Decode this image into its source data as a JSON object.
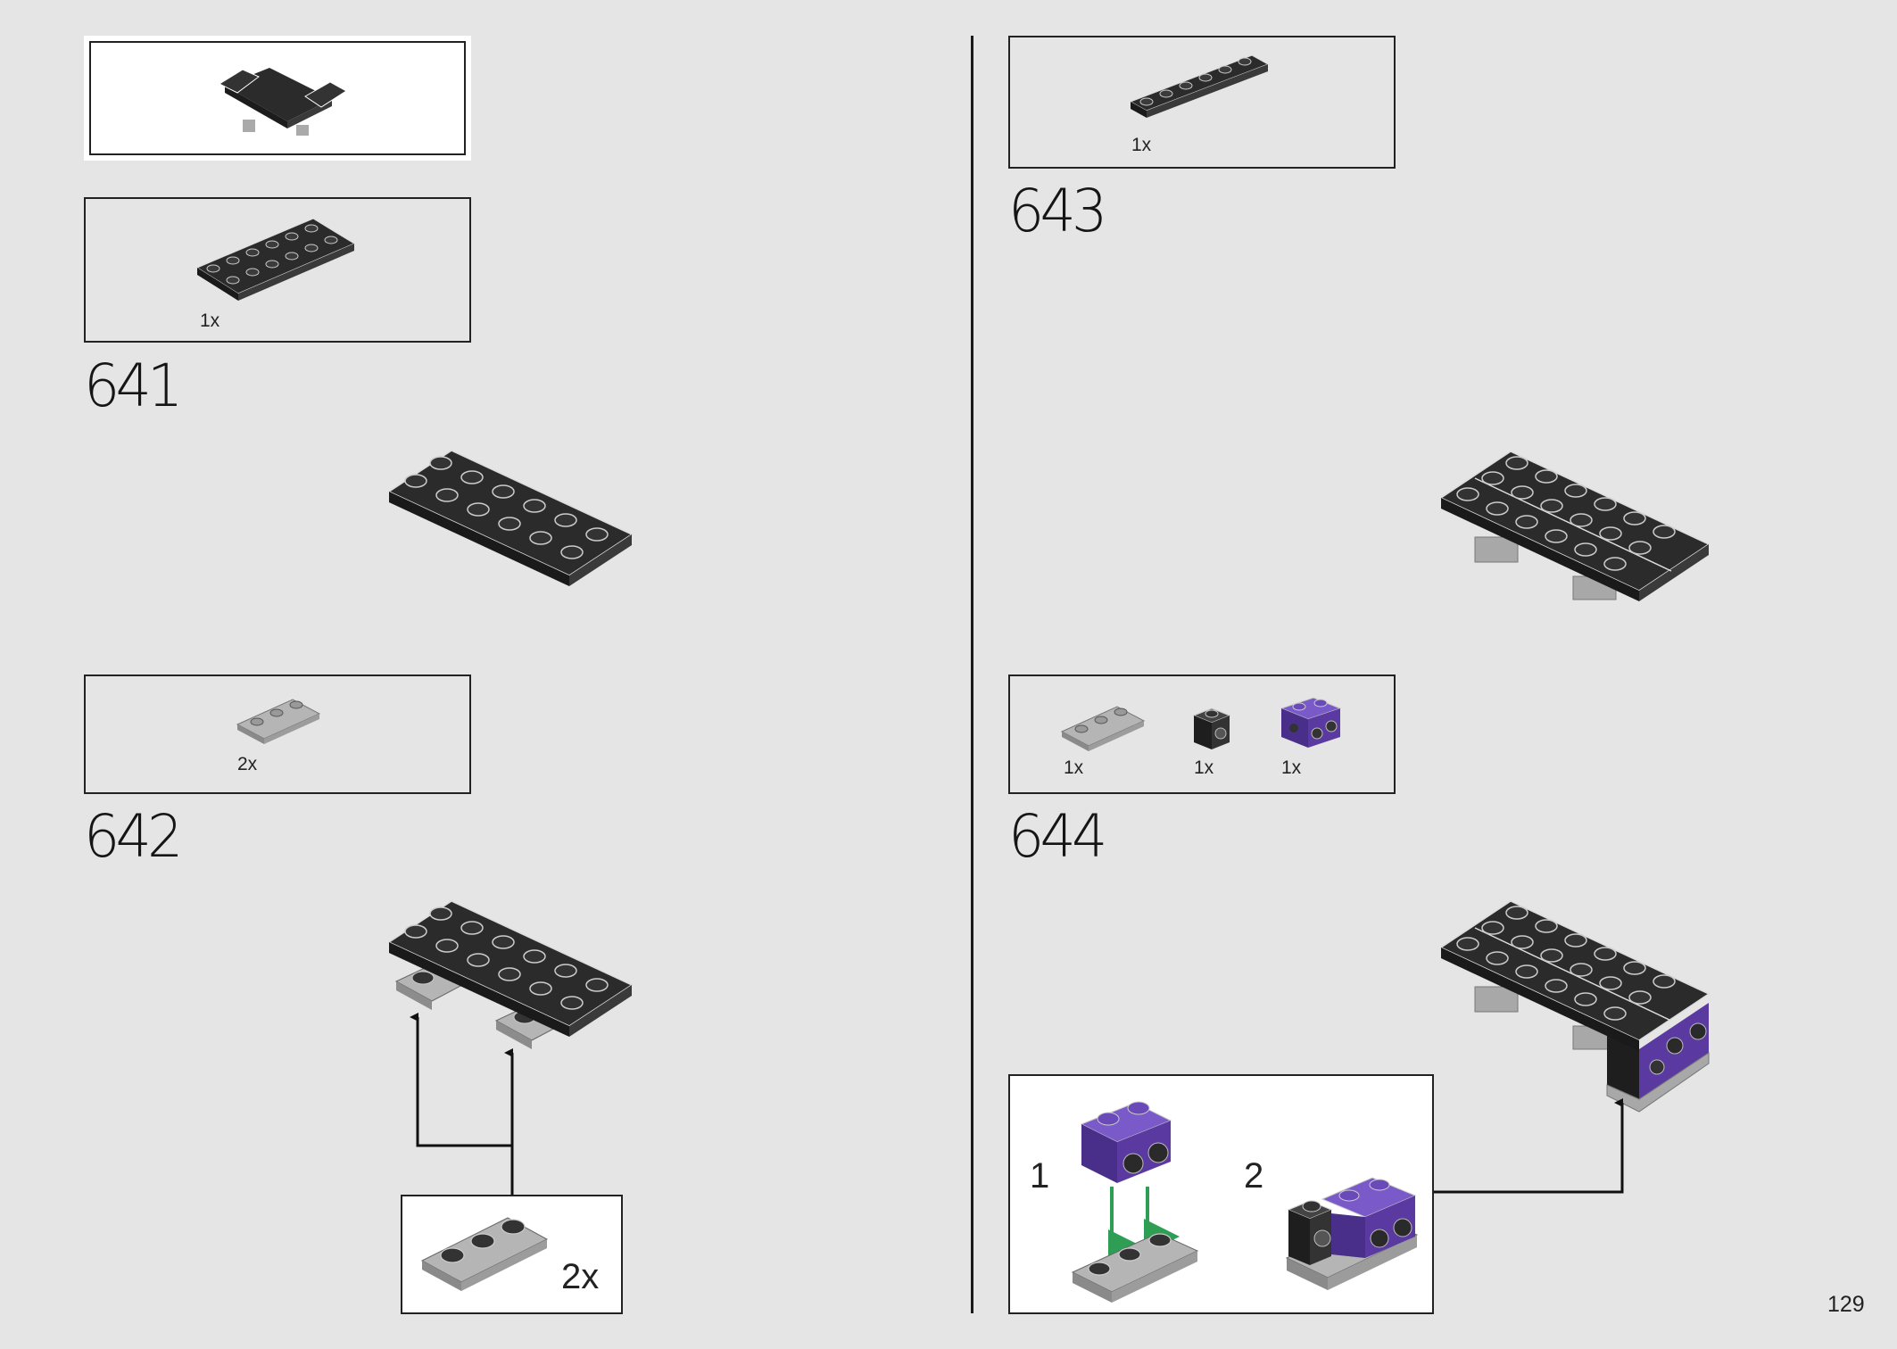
{
  "page_number": "129",
  "colors": {
    "background": "#e5e5e5",
    "brick_black": "#2b2b2b",
    "brick_gray": "#a8a8a8",
    "brick_purple": "#5a3aa0",
    "arrow_green": "#2e9e55"
  },
  "left_page": {
    "submodel_preview_icon": "car-submodel-preview-icon",
    "step_641": {
      "number": "641",
      "parts": [
        {
          "qty": "1x",
          "icon": "black-plate-2x6-icon"
        }
      ]
    },
    "step_642": {
      "number": "642",
      "parts": [
        {
          "qty": "2x",
          "icon": "gray-plate-1x3-icon"
        }
      ],
      "callout_qty": "2x"
    }
  },
  "right_page": {
    "step_643": {
      "number": "643",
      "parts": [
        {
          "qty": "1x",
          "icon": "black-plate-1x6-icon"
        }
      ]
    },
    "step_644": {
      "number": "644",
      "parts": [
        {
          "qty": "1x",
          "icon": "gray-plate-1x3-icon"
        },
        {
          "qty": "1x",
          "icon": "black-brick-1x1-stud-side-icon"
        },
        {
          "qty": "1x",
          "icon": "purple-brick-1x2-studs-side-icon"
        }
      ],
      "substeps": [
        "1",
        "2"
      ]
    }
  }
}
